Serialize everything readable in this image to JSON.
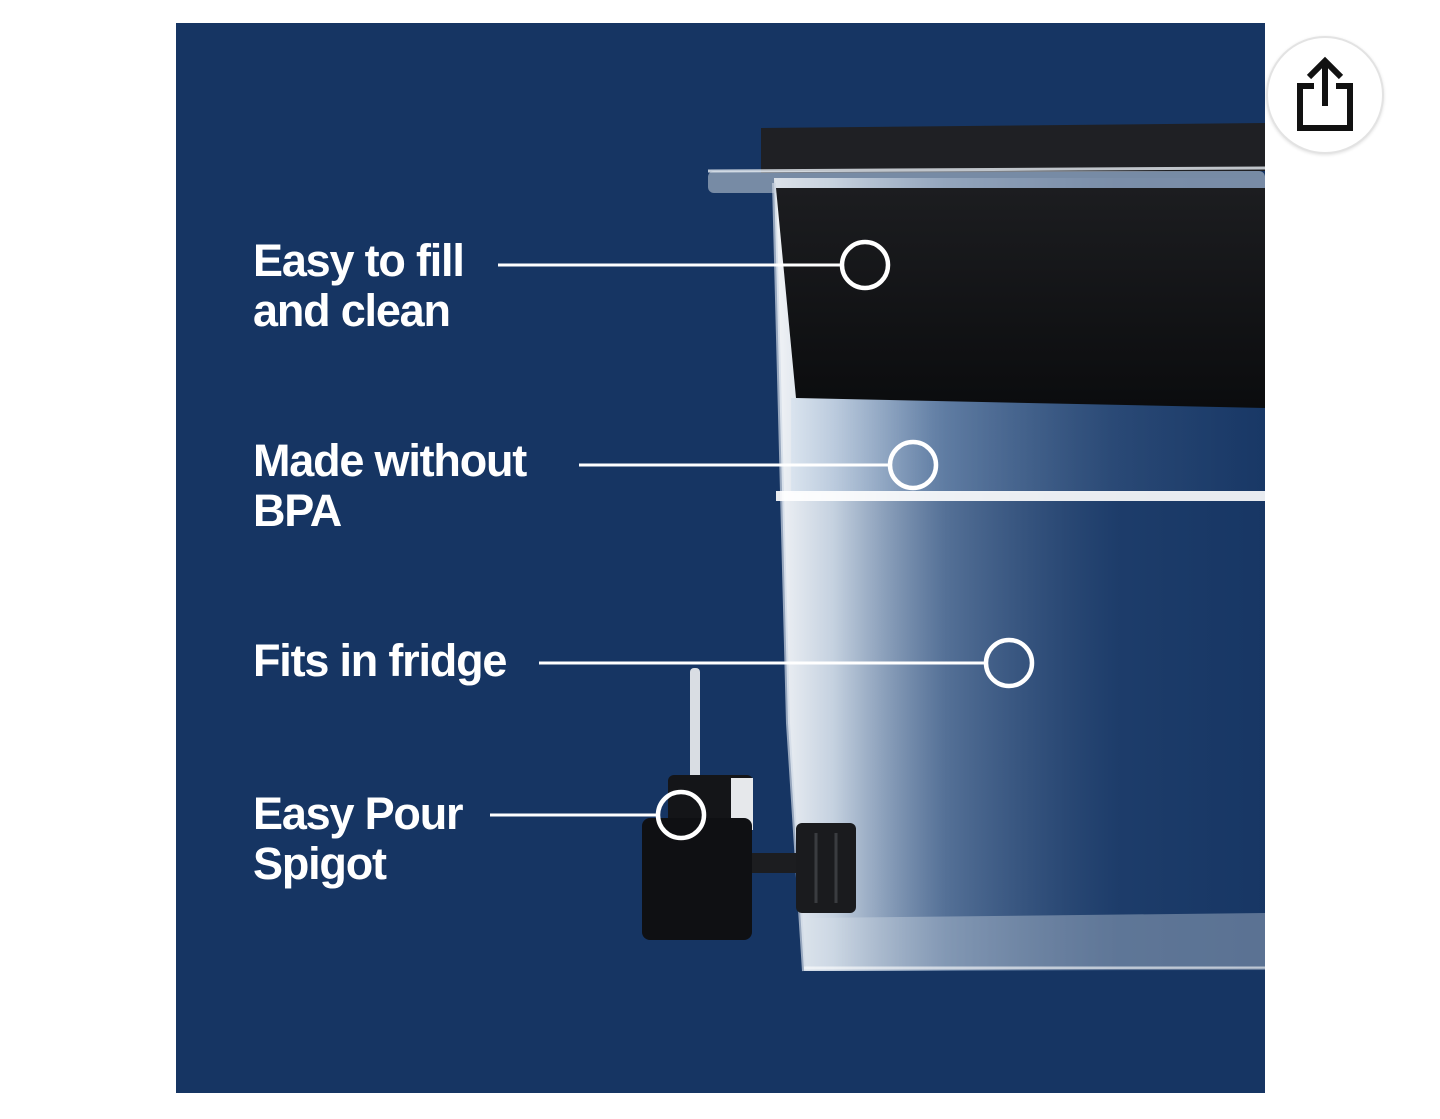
{
  "product_image": {
    "background_color": "#163563",
    "features": [
      {
        "line1": "Easy to fill",
        "line2": "and clean"
      },
      {
        "line1": "Made without",
        "line2": "BPA"
      },
      {
        "line1": "Fits in fridge",
        "line2": ""
      },
      {
        "line1": "Easy Pour",
        "line2": "Spigot"
      }
    ]
  },
  "share": {
    "icon": "share-icon"
  }
}
